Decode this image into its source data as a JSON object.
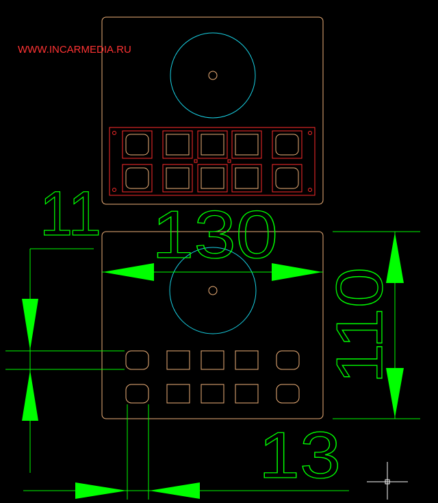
{
  "watermark": {
    "text": "WWW.INCARMEDIA.RU",
    "color": "#ff3333"
  },
  "dimensions": {
    "width_label": "130",
    "height_label": "110",
    "button_gap_label": "11",
    "button_width_label": "13"
  },
  "colors": {
    "background": "#000000",
    "panel_outline": "#f0b27a",
    "knob": "#19d3e6",
    "dimension": "#00ff00",
    "pcb": "#ff2b2b",
    "crosshair": "#ffffff"
  },
  "panels": {
    "top": {
      "description_name": "front-panel-with-pcb"
    },
    "bottom": {
      "description_name": "front-panel-dimensioned"
    }
  }
}
